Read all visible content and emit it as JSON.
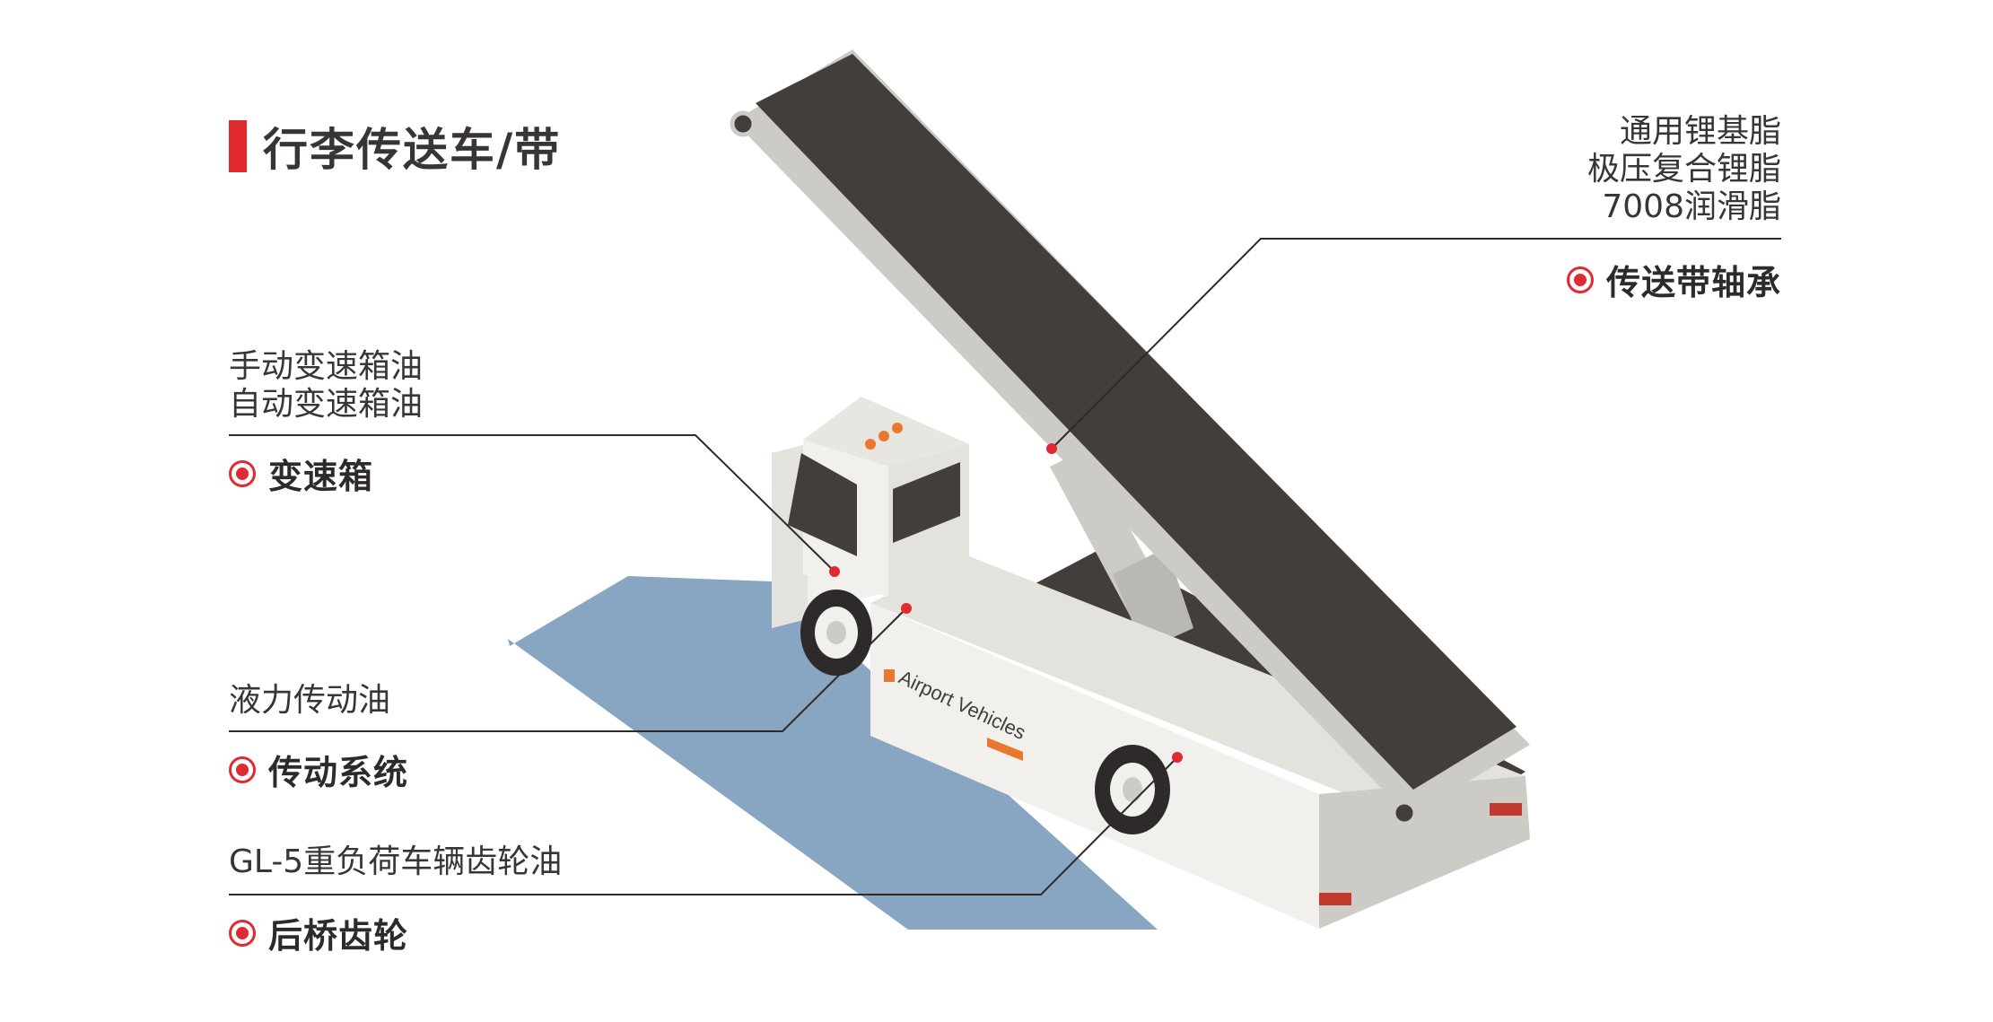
{
  "title": "行李传送车/带",
  "vehicle_text": "Airport Vehicles",
  "colors": {
    "accent": "#e02a2f",
    "belt": "#433e3c",
    "body": "#f1f0ec",
    "shadow": "#88a5c2",
    "frame": "#cdcbc5"
  },
  "callouts": [
    {
      "label": "传送带轴承",
      "lines": [
        "通用锂基脂",
        "极压复合锂脂",
        "7008润滑脂"
      ]
    },
    {
      "label": "变速箱",
      "lines": [
        "手动变速箱油",
        "自动变速箱油"
      ]
    },
    {
      "label": "传动系统",
      "lines": [
        "液力传动油"
      ]
    },
    {
      "label": "后桥齿轮",
      "lines": [
        "GL-5重负荷车辆齿轮油"
      ]
    }
  ]
}
